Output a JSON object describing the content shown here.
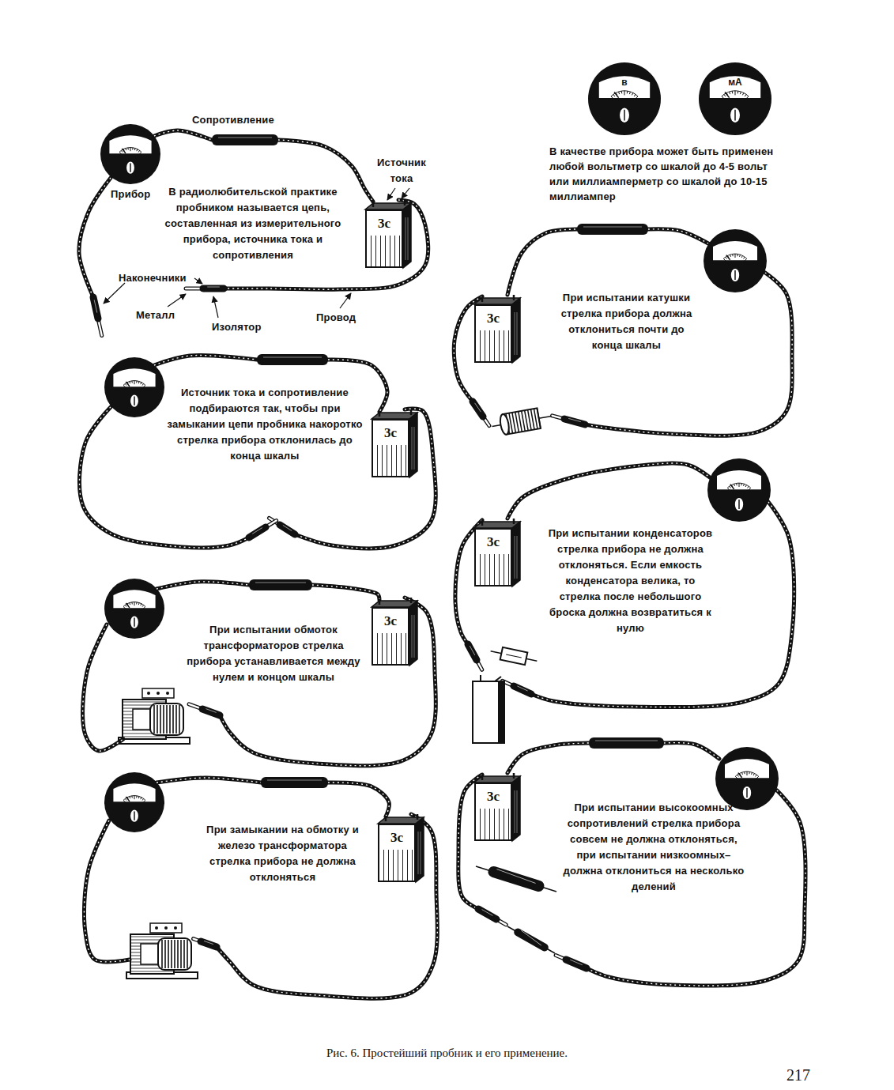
{
  "diagram": {
    "caption": "Рис. 6. Простейший пробник и его применение.",
    "nodes": [
      {
        "text": [
          "3с"
        ]
      },
      {
        "text": [
          "3с"
        ]
      },
      {
        "text": [
          "3с"
        ]
      },
      {
        "text": [
          "3с"
        ]
      },
      {
        "text": [
          "в"
        ]
      },
      {
        "text": [
          "мА"
        ]
      },
      {
        "text": [
          "3с"
        ]
      },
      {
        "text": [
          "3с"
        ]
      },
      {
        "text": [
          "3с"
        ]
      }
    ],
    "labels": [
      "Сопротивление",
      "Источник тока",
      "Прибор",
      "В радиолюбительской практике пробником называется цепь, составленная из измерительного прибора, источника тока и сопротивления",
      "Наконечники",
      "Металл",
      "Изолятор",
      "Провод",
      "Источник тока и сопротивление подбираются так, чтобы при замыкании цепи пробника накоротко стрелка прибора отклонилась до конца шкалы",
      "При испытании обмоток трансформаторов стрелка прибора устанавливается между нулем и концом шкалы",
      "При замыкании на обмотку и железо трансформатора стрелка прибора не должна отклоняться",
      "В качестве прибора может быть применен любой вольтметр со шкалой до 4-5 вольт или миллиамперметр со шкалой до 10-15 миллиампер",
      "При испытании катушки стрелка прибора должна отклониться почти до конца шкалы",
      "При испытании конденсаторов стрелка прибора не должна отклоняться. Если емкость конденсатора велика, то стрелка после небольшого броска должна возвратиться к нулю",
      "При испытании высокоомных сопротивлений стрелка прибора совсем не должна отклоняться, при испытании низкоомных–должна отклониться на несколько делений",
      "217"
    ]
  }
}
